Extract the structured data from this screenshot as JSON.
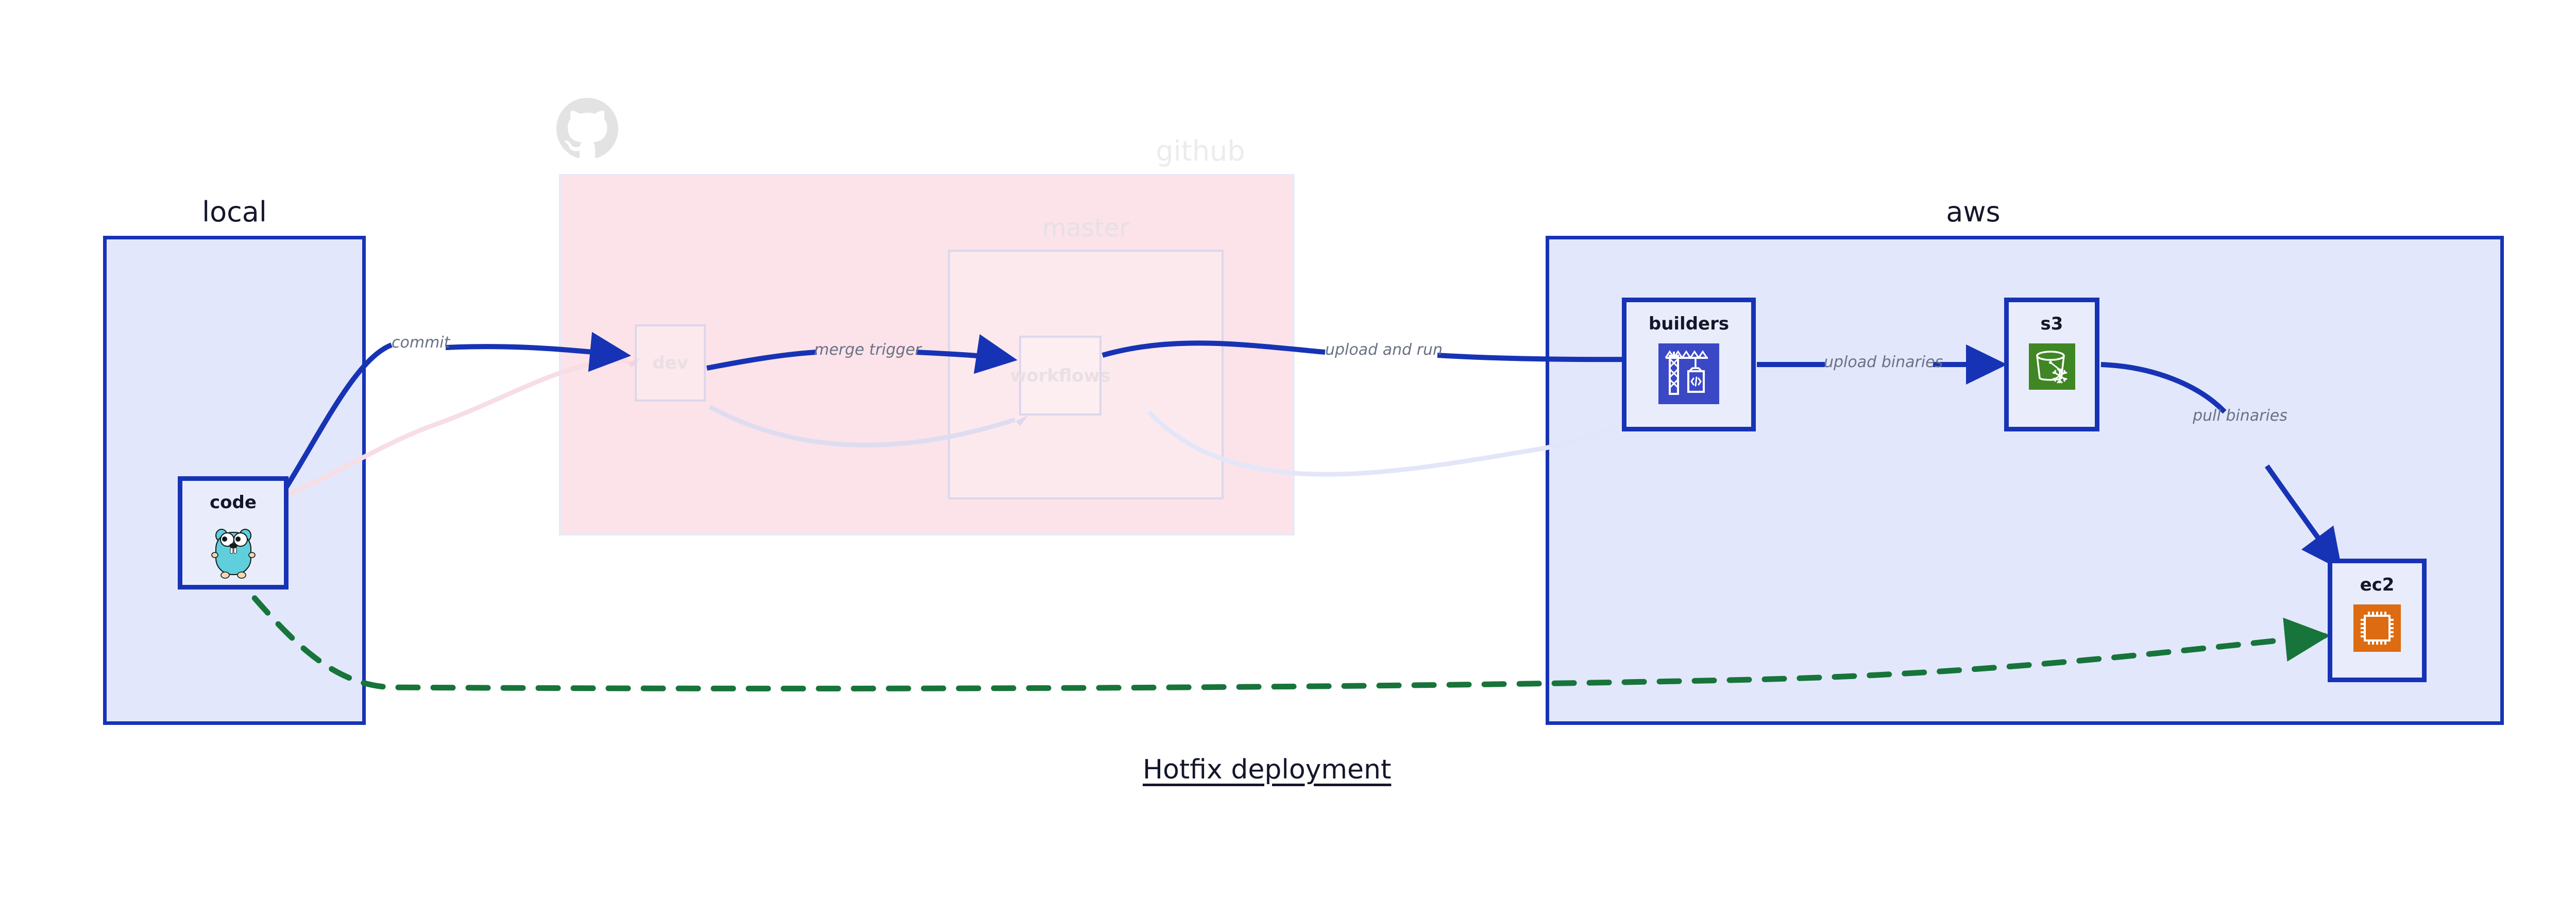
{
  "title": "Hotfix deployment",
  "colors": {
    "node_border": "#1733b5",
    "node_fill": "#e9edfb",
    "group_fill_blue": "#e2e7fb",
    "group_fill_pink": "#fbe3e9",
    "edge_blue": "#1733b5",
    "edge_green": "#17743a",
    "label_gray": "#6b7185",
    "faded": "#e8e3ea",
    "builders_icon_bg": "#3b48c6",
    "s3_icon_bg": "#3f8624",
    "ec2_icon_bg": "#dd6b11"
  },
  "groups": [
    {
      "id": "local",
      "label": "local",
      "faded": false
    },
    {
      "id": "github",
      "label": "github",
      "faded": true
    },
    {
      "id": "aws",
      "label": "aws",
      "faded": false
    }
  ],
  "ghost_groups": [
    {
      "id": "master",
      "label": "master"
    }
  ],
  "nodes": [
    {
      "id": "code",
      "label": "code",
      "icon": "go-gopher-icon",
      "faded": false
    },
    {
      "id": "dev",
      "label": "dev",
      "icon": "none",
      "faded": true
    },
    {
      "id": "workflows",
      "label": "workflows",
      "icon": "none",
      "faded": true
    },
    {
      "id": "builders",
      "label": "builders",
      "icon": "aws-codebuild-crane-icon",
      "faded": false
    },
    {
      "id": "s3",
      "label": "s3",
      "icon": "aws-s3-bucket-icon",
      "faded": false
    },
    {
      "id": "ec2",
      "label": "ec2",
      "icon": "aws-ec2-chip-icon",
      "faded": false
    }
  ],
  "edges": [
    {
      "id": "commit",
      "from": "code",
      "to": "dev",
      "label": "commit",
      "style": "solid",
      "color": "blue",
      "faded": false
    },
    {
      "id": "merge-trigger",
      "from": "dev",
      "to": "workflows",
      "label": "merge trigger",
      "style": "solid",
      "color": "blue",
      "faded": false
    },
    {
      "id": "upload-and-run",
      "from": "workflows",
      "to": "builders",
      "label": "upload and run",
      "style": "solid",
      "color": "blue",
      "faded": false
    },
    {
      "id": "upload-binaries",
      "from": "builders",
      "to": "s3",
      "label": "upload binaries",
      "style": "solid",
      "color": "blue",
      "faded": false
    },
    {
      "id": "pull-binaries",
      "from": "s3",
      "to": "ec2",
      "label": "pull binaries",
      "style": "solid",
      "color": "blue",
      "faded": false
    },
    {
      "id": "hotfix-direct",
      "from": "code",
      "to": "ec2",
      "label": "",
      "style": "dashed",
      "color": "green",
      "faded": false
    },
    {
      "id": "faded-back-1",
      "from": "code",
      "to": "dev",
      "label": "",
      "style": "solid",
      "color": "pink",
      "faded": true
    },
    {
      "id": "faded-back-2",
      "from": "dev",
      "to": "workflows",
      "label": "",
      "style": "solid",
      "color": "lilac",
      "faded": true
    },
    {
      "id": "faded-back-3",
      "from": "workflows",
      "to": "builders",
      "label": "",
      "style": "solid",
      "color": "lilac",
      "faded": true
    }
  ],
  "icons": {
    "github_logo": "github-octocat-icon"
  }
}
